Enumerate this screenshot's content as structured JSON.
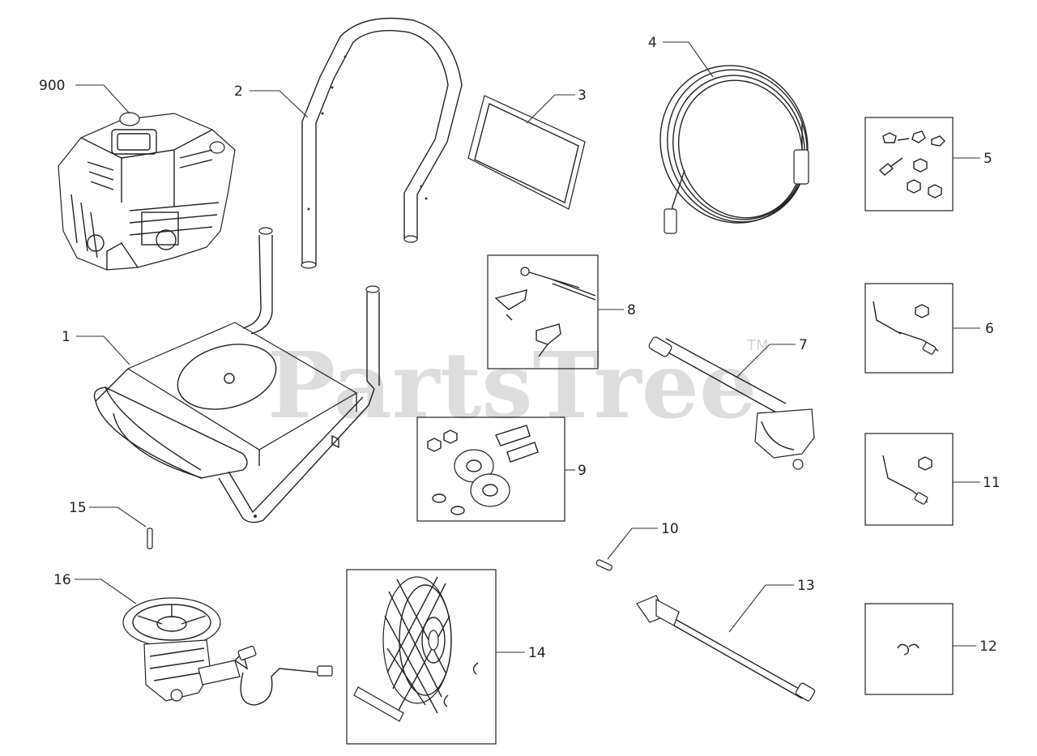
{
  "watermark": {
    "text": "PartsTree",
    "trademark": "TM"
  },
  "callouts": [
    {
      "id": "c900",
      "label": "900"
    },
    {
      "id": "c2",
      "label": "2"
    },
    {
      "id": "c3",
      "label": "3"
    },
    {
      "id": "c4",
      "label": "4"
    },
    {
      "id": "c5",
      "label": "5"
    },
    {
      "id": "c1",
      "label": "1"
    },
    {
      "id": "c8",
      "label": "8"
    },
    {
      "id": "c7",
      "label": "7"
    },
    {
      "id": "c6",
      "label": "6"
    },
    {
      "id": "c9",
      "label": "9"
    },
    {
      "id": "c11",
      "label": "11"
    },
    {
      "id": "c15",
      "label": "15"
    },
    {
      "id": "c10",
      "label": "10"
    },
    {
      "id": "c16",
      "label": "16"
    },
    {
      "id": "c13",
      "label": "13"
    },
    {
      "id": "c14",
      "label": "14"
    },
    {
      "id": "c12",
      "label": "12"
    }
  ],
  "parts": [
    {
      "name": "engine-part"
    },
    {
      "name": "handle-part"
    },
    {
      "name": "manual-part"
    },
    {
      "name": "hose-part"
    },
    {
      "name": "hardware-kit-5-part"
    },
    {
      "name": "frame-part"
    },
    {
      "name": "hardware-kit-8-part"
    },
    {
      "name": "spray-gun-part"
    },
    {
      "name": "hardware-kit-6-part"
    },
    {
      "name": "wheel-kit-9-part"
    },
    {
      "name": "hardware-kit-11-part"
    },
    {
      "name": "pin-15-part"
    },
    {
      "name": "pin-10-part"
    },
    {
      "name": "pump-part"
    },
    {
      "name": "wand-part"
    },
    {
      "name": "wheel-kit-14-part"
    },
    {
      "name": "clip-kit-12-part"
    }
  ]
}
